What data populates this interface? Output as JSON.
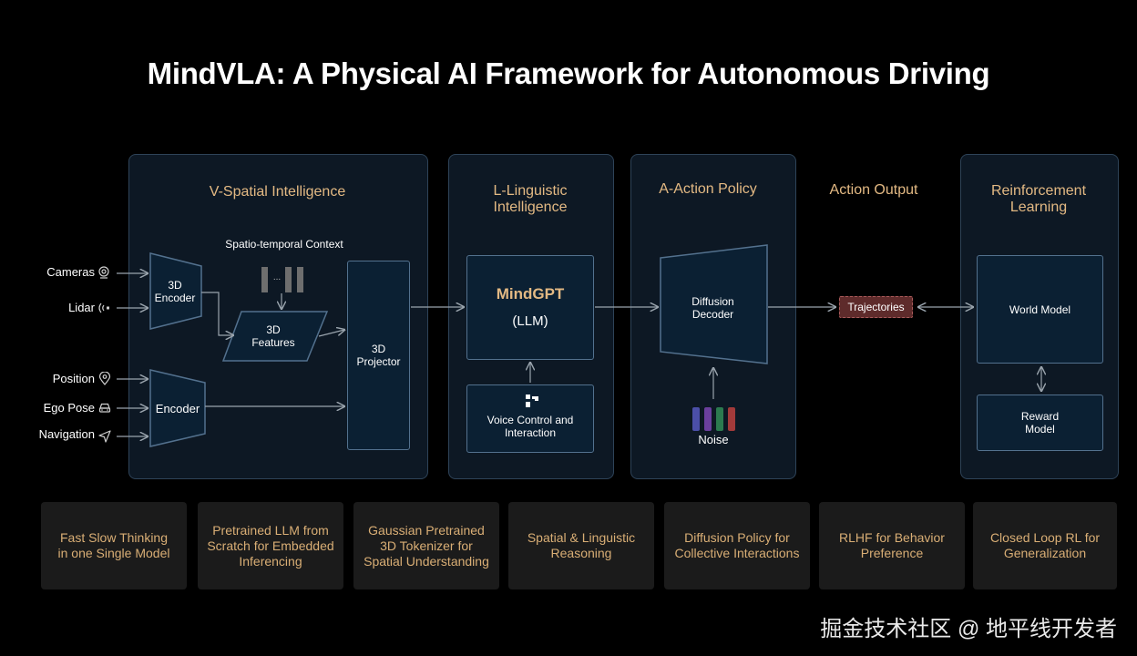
{
  "title": "MindVLA: A Physical AI Framework for Autonomous Driving",
  "columns": {
    "v": "V-Spatial Intelligence",
    "l": "L-Linguistic\nIntelligence",
    "a": "A-Action Policy",
    "out": "Action Output",
    "rl": "Reinforcement\nLearning"
  },
  "inputs": [
    "Cameras",
    "Lidar",
    "Position",
    "Ego Pose",
    "Navigation"
  ],
  "nodes": {
    "encoder3d": "3D\nEncoder",
    "context": "Spatio-temporal Context",
    "context_dots": "...",
    "features3d": "3D\nFeatures",
    "encoder": "Encoder",
    "projector": "3D\nProjector",
    "mindgpt_name": "MindGPT",
    "mindgpt_sub": "(LLM)",
    "voice": "Voice Control and\nInteraction",
    "diffusion": "Diffusion\nDecoder",
    "noise": "Noise",
    "trajectories": "Trajectories",
    "world": "World Model",
    "reward": "Reward\nModel"
  },
  "features": [
    "Fast Slow Thinking\nin one Single Model",
    "Pretrained LLM from\nScratch for Embedded\nInferencing",
    "Gaussian Pretrained\n3D Tokenizer for\nSpatial Understanding",
    "Spatial & Linguistic\nReasoning",
    "Diffusion Policy for\nCollective Interactions",
    "RLHF for Behavior\nPreference",
    "Closed Loop RL for\nGeneralization"
  ],
  "noise_colors": [
    "#4b4fa8",
    "#6a3f9c",
    "#2c7a4f",
    "#a23a3a"
  ],
  "watermark": "掘金技术社区 @ 地平线开发者"
}
